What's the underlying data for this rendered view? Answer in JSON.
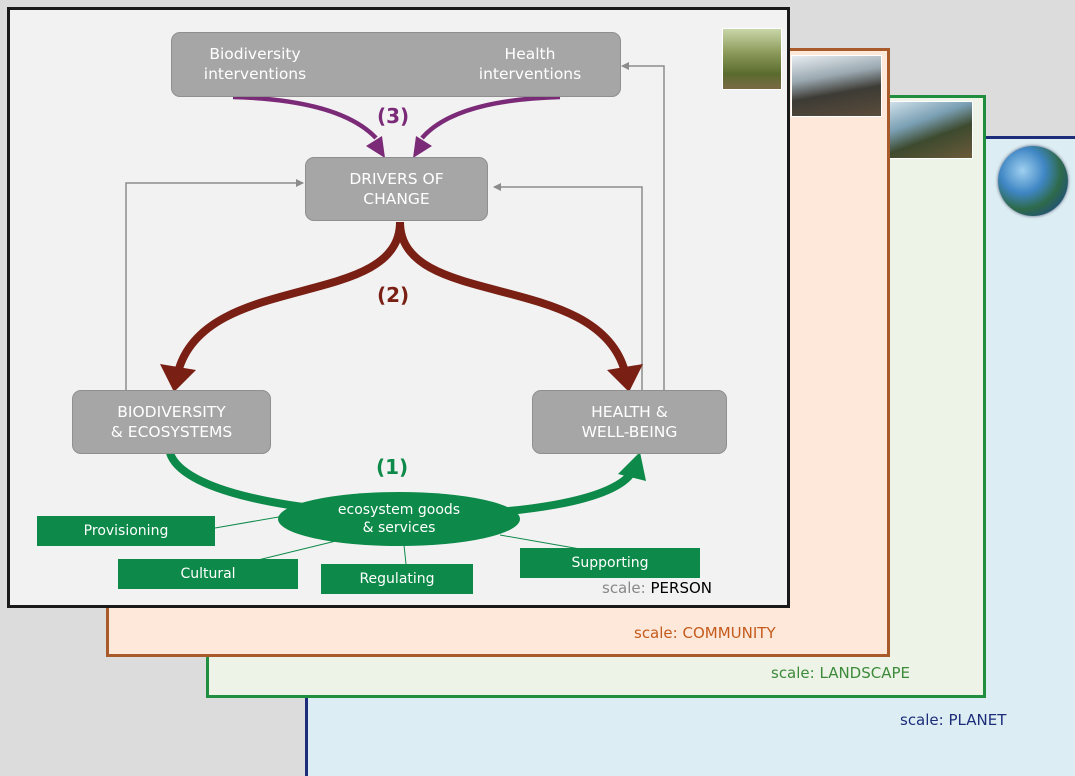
{
  "scales": {
    "planet": {
      "prefix": "scale:",
      "value": "PLANET",
      "color": "#1d2d7a",
      "bg": "#dceef3"
    },
    "landscape": {
      "prefix": "scale:",
      "value": "LANDSCAPE",
      "color": "#3d8a3b",
      "bg": "#edf3e6"
    },
    "community": {
      "prefix": "scale:",
      "value": "COMMUNITY",
      "color": "#c45a1b",
      "bg": "#fde8da"
    },
    "person": {
      "prefix": "scale:",
      "prefix_color": "#888888",
      "value": "PERSON",
      "color": "#000000",
      "bg": "#f2f2f2"
    }
  },
  "boxes": {
    "biodiversity_interventions": [
      "Biodiversity",
      "interventions"
    ],
    "health_interventions": [
      "Health",
      "interventions"
    ],
    "drivers": [
      "DRIVERS OF",
      "CHANGE"
    ],
    "biodiversity_ecosystems": [
      "BIODIVERSITY",
      "& ECOSYSTEMS"
    ],
    "health_wellbeing": [
      "HEALTH &",
      "WELL-BEING"
    ]
  },
  "numbers": {
    "one": {
      "text": "(1)",
      "color": "#0d8a49"
    },
    "two": {
      "text": "(2)",
      "color": "#7a1f14"
    },
    "three": {
      "text": "(3)",
      "color": "#7b2a78"
    }
  },
  "ecosystem_services": {
    "center": [
      "ecosystem goods",
      "& services"
    ],
    "categories": [
      "Provisioning",
      "Cultural",
      "Regulating",
      "Supporting"
    ]
  },
  "colors": {
    "green": "#0d8a49",
    "maroon": "#7a1f14",
    "purple": "#7b2a78",
    "feedback_gray": "#8c8c8c"
  }
}
